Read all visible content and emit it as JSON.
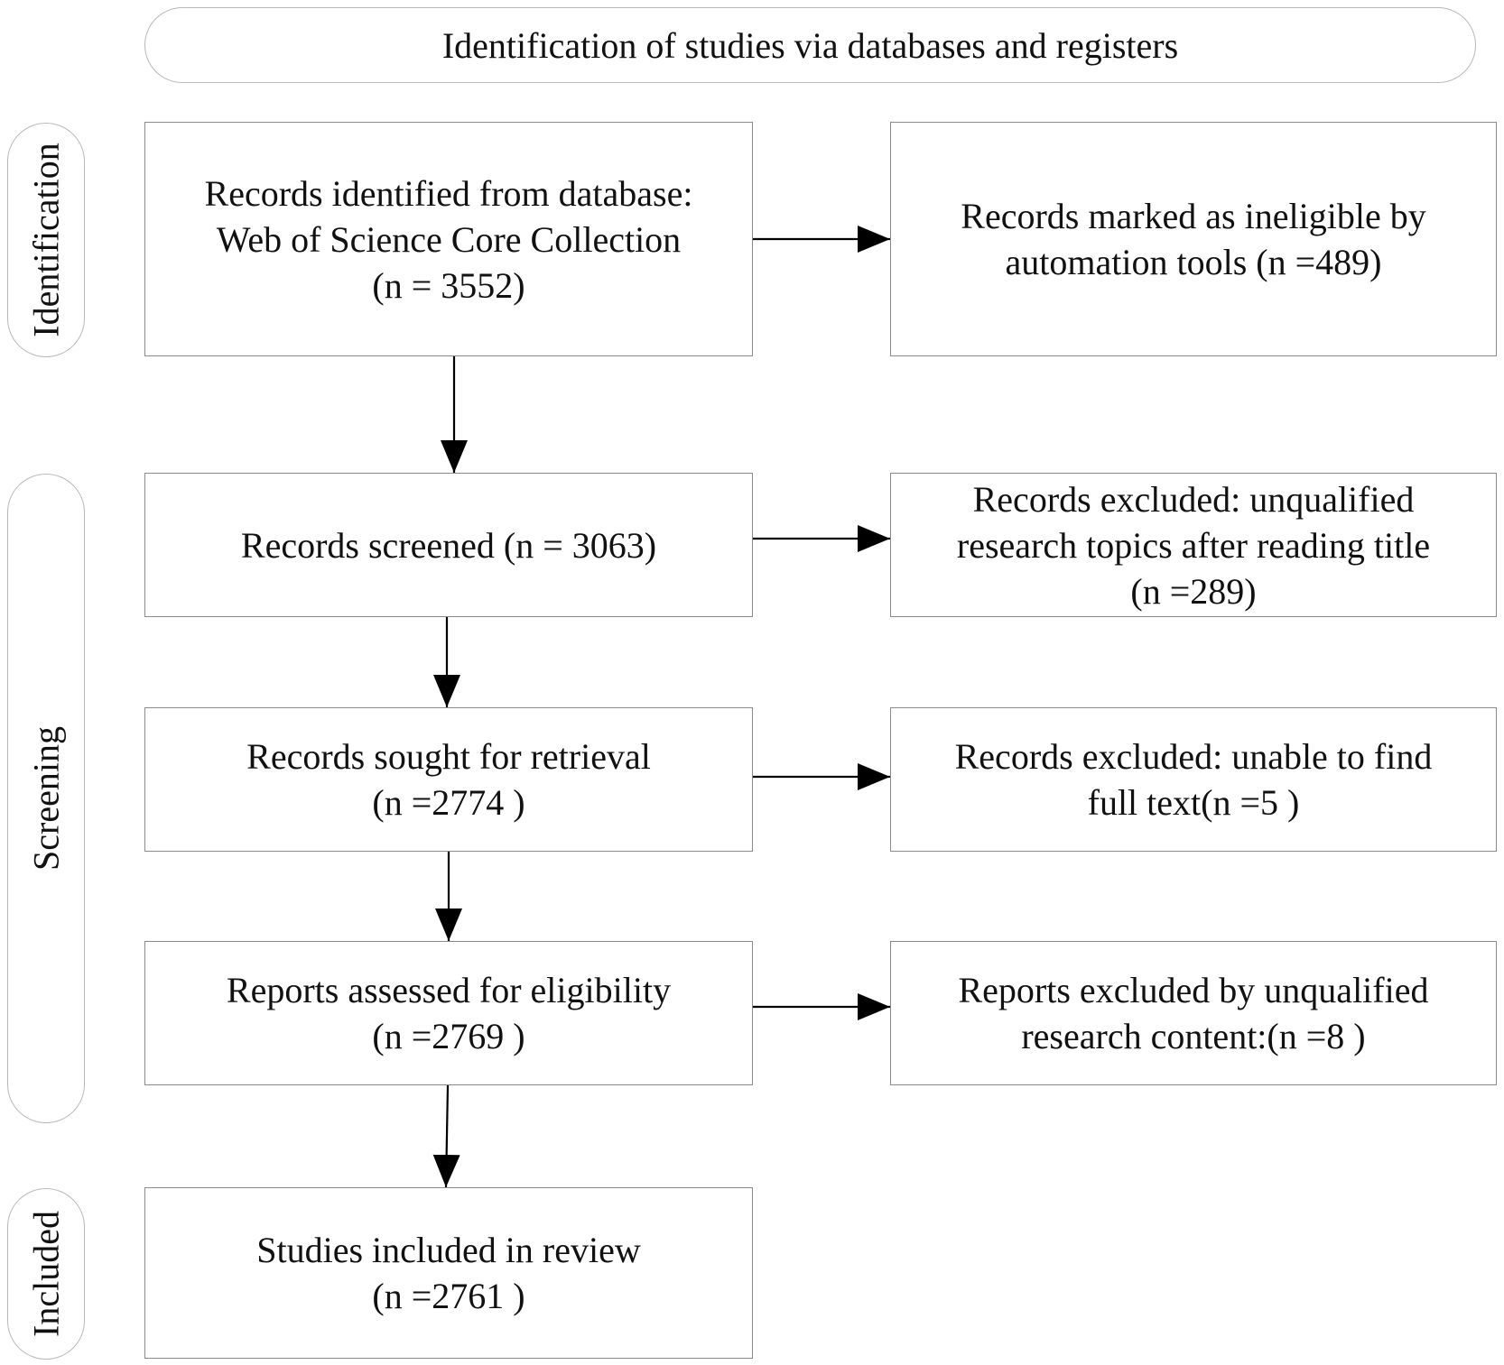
{
  "header": {
    "title": "Identification of studies via databases and registers"
  },
  "stages": {
    "identification": "Identification",
    "screening": "Screening",
    "included": "Included"
  },
  "boxes": {
    "identified": [
      "Records identified from database:",
      "Web of Science Core Collection",
      "(n = 3552)"
    ],
    "ineligible": [
      "Records marked as ineligible by",
      "automation tools (n =489)"
    ],
    "screened": [
      "Records screened (n = 3063)"
    ],
    "excluded_title": [
      "Records excluded: unqualified",
      "research topics after reading title",
      "(n =289)"
    ],
    "retrieval": [
      "Records sought for retrieval",
      "(n =2774 )"
    ],
    "excluded_fulltext": [
      "Records excluded: unable to find",
      "full text(n =5 )"
    ],
    "eligibility": [
      "Reports assessed for eligibility",
      "(n =2769 )"
    ],
    "excluded_content": [
      "Reports excluded by unqualified",
      "research content:(n =8 )"
    ],
    "included": [
      "Studies included in review",
      "(n =2761  )"
    ]
  }
}
